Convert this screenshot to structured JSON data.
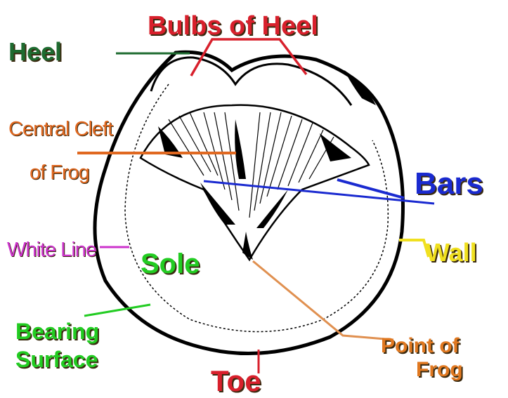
{
  "labels": {
    "bulbs_of_heel": "Bulbs of Heel",
    "heel": "Heel",
    "central_cleft_line1": "Central Cleft",
    "central_cleft_line2": "of Frog",
    "bars": "Bars",
    "wall": "Wall",
    "white_line": "White Line",
    "sole": "Sole",
    "bearing_surface_line1": "Bearing",
    "bearing_surface_line2": "Surface",
    "point_of_frog_line1": "Point of",
    "point_of_frog_line2": "Frog",
    "toe": "Toe"
  },
  "colors": {
    "bulbs_of_heel": "#d8202c",
    "heel": "#1e6b30",
    "central_cleft": "#e06820",
    "bars": "#1a2ad0",
    "wall": "#f0e020",
    "white_line": "#cc33cc",
    "sole": "#22cc22",
    "bearing_surface": "#22cc22",
    "point_of_frog": "#e07820",
    "toe": "#d8202c",
    "outline": "#000000"
  }
}
